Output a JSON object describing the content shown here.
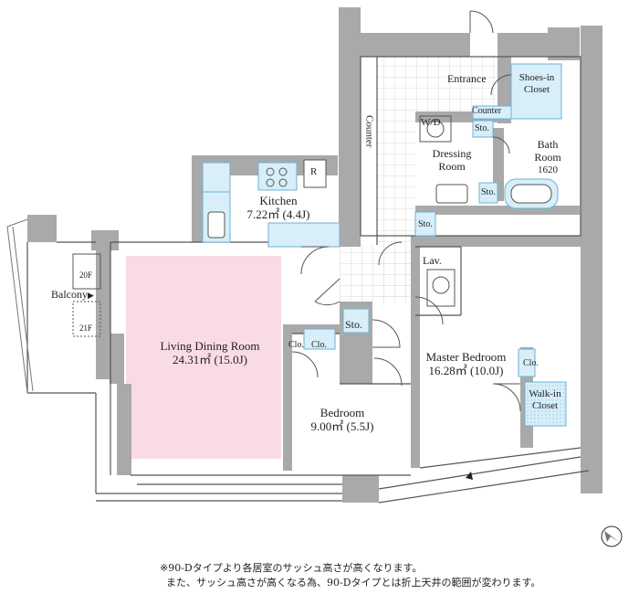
{
  "colors": {
    "wall": "#a9a9a9",
    "living_highlight": "#f8dbe6",
    "fixture_blue": "#d8eef8",
    "fixture_line": "#6ab3d8",
    "tile_grid": "#cfcfcf"
  },
  "rooms": {
    "entrance": "Entrance",
    "shoes_closet_line1": "Shoes-in",
    "shoes_closet_line2": "Closet",
    "counter_entrance": "Counter",
    "counter_corridor": "Counter",
    "wd": "W/D",
    "sto_dressing": "Sto.",
    "dressing_line1": "Dressing",
    "dressing_line2": "Room",
    "bath_line1": "Bath",
    "bath_line2": "Room",
    "bath_size": "1620",
    "sto_bath": "Sto.",
    "fridge": "R",
    "kitchen_name": "Kitchen",
    "kitchen_area": "7.22㎡ (4.4J)",
    "sto_corridor": "Sto.",
    "lav": "Lav.",
    "sto_center": "Sto.",
    "clo_bed1": "Clo.",
    "clo_bed2": "Clo.",
    "living_name": "Living Dining Room",
    "living_area": "24.31㎡ (15.0J)",
    "bedroom_name": "Bedroom",
    "bedroom_area": "9.00㎡ (5.5J)",
    "master_name": "Master Bedroom",
    "master_area": "16.28㎡ (10.0J)",
    "clo_master": "Clo.",
    "walkin_line1": "Walk-in",
    "walkin_line2": "Closet",
    "balcony": "Balcony",
    "balcony_arrow": "▶",
    "floor_20": "20F",
    "floor_21": "21F"
  },
  "notes": {
    "line1": "※90-Dタイプより各居室のサッシュ高さが高くなります。",
    "line2": "また、サッシュ高さが高くなる為、90-Dタイプとは折上天井の範囲が変わります。"
  },
  "icons": {
    "north": "north-arrow-icon"
  }
}
